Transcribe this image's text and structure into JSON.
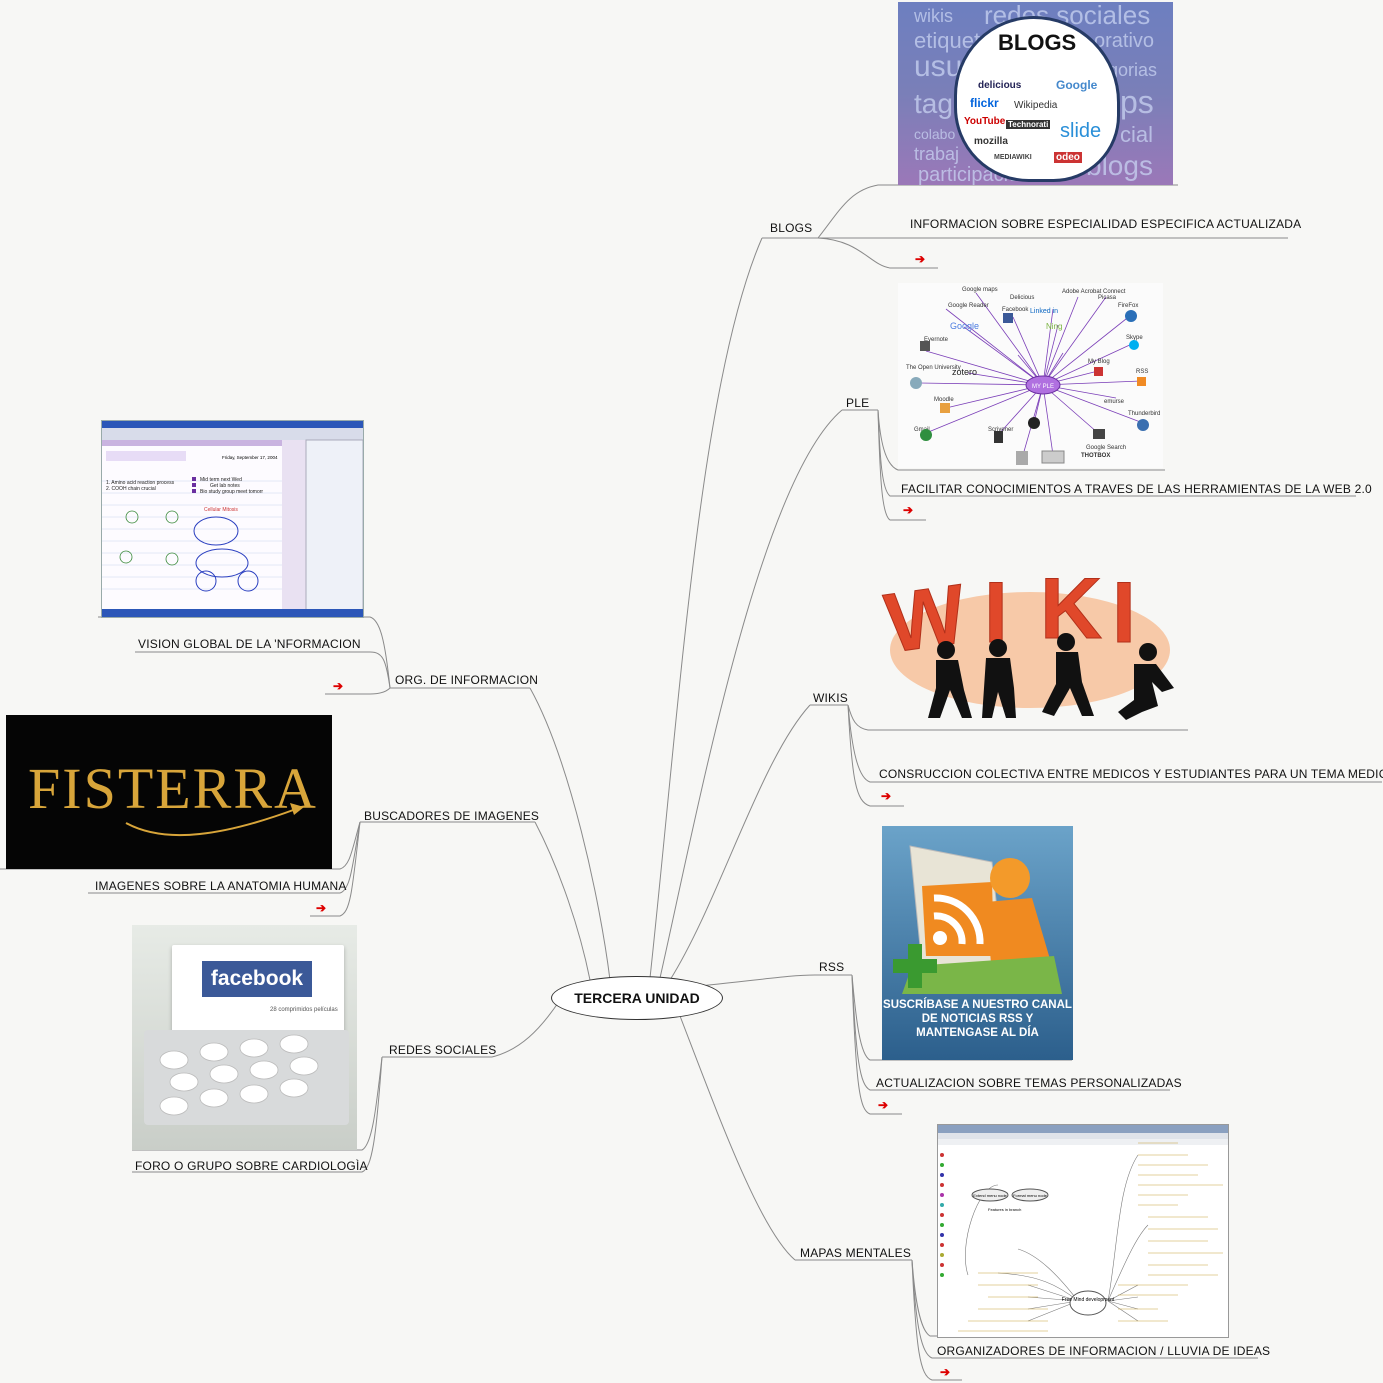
{
  "central": {
    "label": "TERCERA UNIDAD"
  },
  "branches": {
    "blogs": {
      "label": "BLOGS",
      "note": "INFORMACION SOBRE ESPECIALIDAD ESPECIFICA ACTUALIZADA",
      "arrow": "➔"
    },
    "ple": {
      "label": "PLE",
      "note": "FACILITAR CONOCIMIENTOS A TRAVES DE LAS HERRAMIENTAS DE LA WEB 2.0",
      "arrow": "➔"
    },
    "wikis": {
      "label": "WIKIS",
      "note": "CONSRUCCION COLECTIVA ENTRE MEDICOS Y ESTUDIANTES PARA UN TEMA MEDICO",
      "arrow": "➔"
    },
    "rss": {
      "label": "RSS",
      "note": "ACTUALIZACION SOBRE TEMAS PERSONALIZADAS",
      "arrow": "➔"
    },
    "mapas": {
      "label": "MAPAS MENTALES",
      "note": "ORGANIZADORES DE INFORMACION / LLUVIA DE IDEAS",
      "arrow": "➔"
    },
    "org": {
      "label": "ORG. DE INFORMACION",
      "note": "VISION GLOBAL DE LA 'NFORMACION",
      "arrow": "➔"
    },
    "buscadores": {
      "label": "BUSCADORES DE IMAGENES",
      "note": "IMAGENES SOBRE LA ANATOMIA HUMANA",
      "arrow": "➔"
    },
    "redes": {
      "label": "REDES SOCIALES",
      "note": "FORO O GRUPO SOBRE CARDIOLOGÌA"
    }
  },
  "images": {
    "blogs": {
      "title": "BLOGS",
      "words": [
        "wikis",
        "redes sociales",
        "etiquet",
        "orativo",
        "usu",
        "gorias",
        "tag",
        "ps",
        "colabo",
        "cial",
        "trabaj",
        "participacion",
        "blogs"
      ],
      "logos": [
        "delicious",
        "Google",
        "flickr",
        "Wikipedia",
        "YouTube",
        "Technorati",
        "slide",
        "mozilla",
        "MEDIAWIKI",
        "odeo"
      ]
    },
    "ple": {
      "center": "MY PLE",
      "nodes": [
        "Google maps",
        "Google Reader",
        "Google",
        "Linked in",
        "Facebook",
        "Ning",
        "Adobe Acrobat Connect",
        "Picasa",
        "FireFox",
        "Skype",
        "RSS",
        "My Blog",
        "emurse",
        "zotero",
        "Thunderbird",
        "Moodle",
        "Gmail",
        "Scrivener",
        "Google Search",
        "THOTBOX",
        "The Open University",
        "Evernote",
        "Delicious"
      ]
    },
    "wiki": {
      "letters": [
        "W",
        "I",
        "K",
        "I"
      ]
    },
    "rss": {
      "text": "SUSCRÍBASE A NUESTRO CANAL DE NOTICIAS RSS Y MANTENGASE AL DÍA"
    },
    "mapas": {
      "central_node": "Free Mind development",
      "left_nodes": [
        "Extend menu node",
        "Format menu node",
        "Features in branch"
      ]
    },
    "onenote": {
      "date": "Friday, September 17, 2004",
      "tasks": [
        "Mid term next Wed",
        "Get lab notes",
        "Bio study group meet tomorr"
      ],
      "notes": [
        "1. Amino acid reaction process",
        "2. COOH chain crucial"
      ],
      "sketch": "Cellular Mitosis"
    },
    "fisterra": {
      "text": "FISTERRA"
    },
    "facebook": {
      "brand": "facebook",
      "sub": "28 comprimidos películas"
    }
  },
  "colors": {
    "connector": "#7a7a7a",
    "arrow": "#dd0000",
    "underline": "#8a8a8a"
  }
}
